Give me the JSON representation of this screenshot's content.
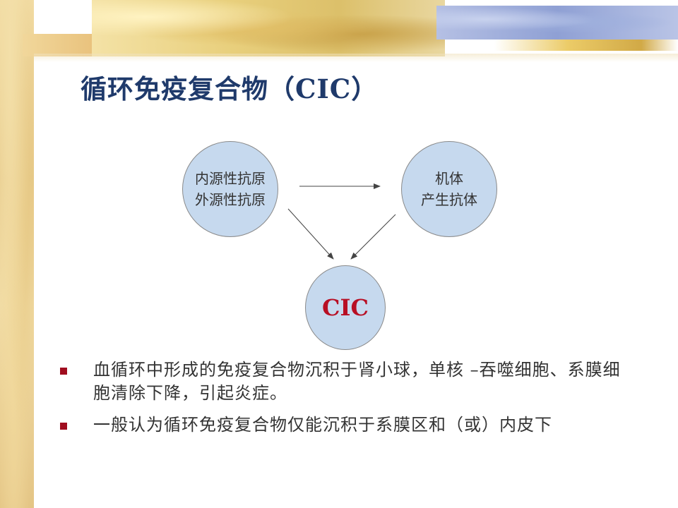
{
  "slide": {
    "title": "循环免疫复合物（CIC）"
  },
  "diagram": {
    "nodes": {
      "antigen": {
        "lines": [
          "内源性抗原",
          "外源性抗原"
        ]
      },
      "body": {
        "lines": [
          "机体",
          "产生抗体"
        ]
      },
      "cic": {
        "label": "CIC"
      }
    },
    "edges": [
      {
        "from": "antigen",
        "to": "body"
      },
      {
        "from": "antigen",
        "to": "cic"
      },
      {
        "from": "body",
        "to": "cic"
      }
    ]
  },
  "bullets": [
    {
      "text": "血循环中形成的免疫复合物沉积于肾小球，单核 –吞噬细胞、系膜细胞清除下降，引起炎症。"
    },
    {
      "text": "一般认为循环免疫复合物仅能沉积于系膜区和（或）内皮下"
    }
  ],
  "colors": {
    "title": "#1f3a6b",
    "node_fill": "#c6d9ee",
    "cic_text": "#b80f24",
    "bullet_marker": "#a00d1f"
  }
}
